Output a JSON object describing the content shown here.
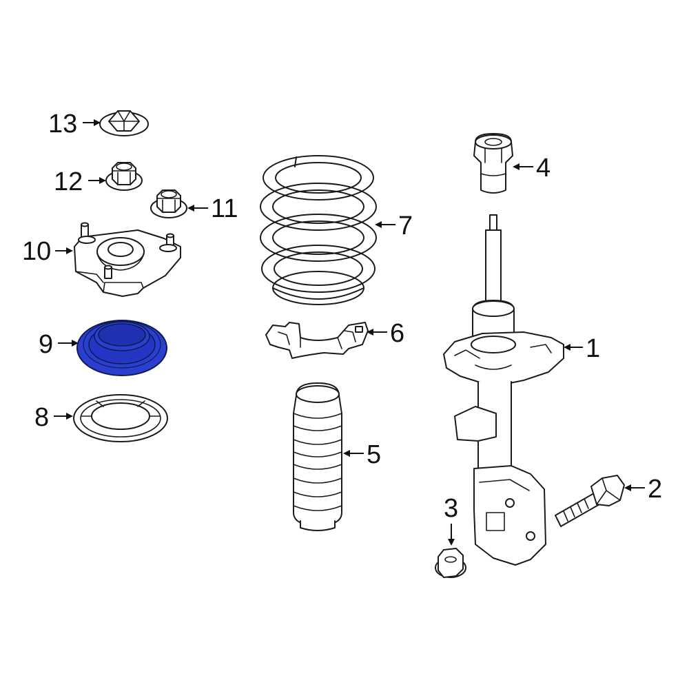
{
  "diagram": {
    "highlight_color": "#2a3fcf",
    "line_color": "#1a1a1a",
    "callouts": [
      {
        "number": "1",
        "part": "strut-assembly"
      },
      {
        "number": "2",
        "part": "bolt"
      },
      {
        "number": "3",
        "part": "nut"
      },
      {
        "number": "4",
        "part": "bump-stop"
      },
      {
        "number": "5",
        "part": "dust-boot"
      },
      {
        "number": "6",
        "part": "spring-seat"
      },
      {
        "number": "7",
        "part": "coil-spring"
      },
      {
        "number": "8",
        "part": "lower-insulator"
      },
      {
        "number": "9",
        "part": "upper-insulator",
        "highlighted": true
      },
      {
        "number": "10",
        "part": "strut-mount"
      },
      {
        "number": "11",
        "part": "flange-nut"
      },
      {
        "number": "12",
        "part": "nut-washer"
      },
      {
        "number": "13",
        "part": "retainer-clip"
      }
    ]
  }
}
